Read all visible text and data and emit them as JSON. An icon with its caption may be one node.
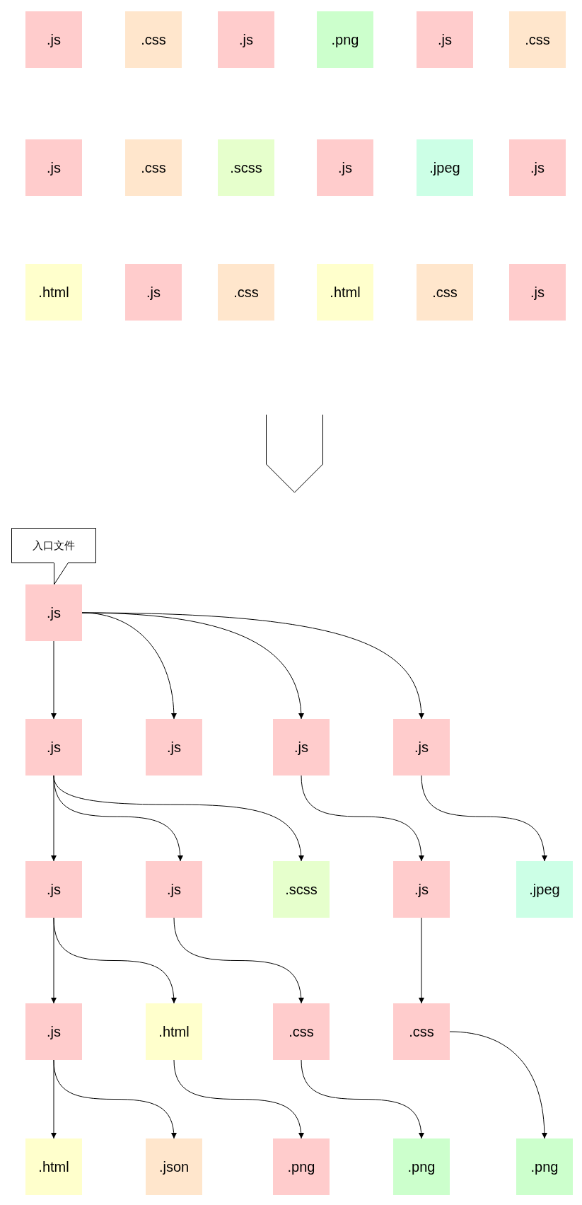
{
  "diagram": {
    "nodes": [
      {
        "text": [
          ".js"
        ]
      },
      {
        "text": [
          ".css"
        ]
      },
      {
        "text": [
          ".js"
        ]
      },
      {
        "text": [
          ".png"
        ]
      },
      {
        "text": [
          ".js"
        ]
      },
      {
        "text": [
          ".css"
        ]
      },
      {
        "text": [
          ".js"
        ]
      },
      {
        "text": [
          ".css"
        ]
      },
      {
        "text": [
          ".scss"
        ]
      },
      {
        "text": [
          ".js"
        ]
      },
      {
        "text": [
          ".jpeg"
        ]
      },
      {
        "text": [
          ".js"
        ]
      },
      {
        "text": [
          ".html"
        ]
      },
      {
        "text": [
          ".js"
        ]
      },
      {
        "text": [
          ".css"
        ]
      },
      {
        "text": [
          ".html"
        ]
      },
      {
        "text": [
          ".css"
        ]
      },
      {
        "text": [
          ".js"
        ]
      },
      {
        "text": [
          "入口文件"
        ]
      },
      {
        "text": [
          ".js"
        ]
      },
      {
        "text": [
          ".js"
        ]
      },
      {
        "text": [
          ".js"
        ]
      },
      {
        "text": [
          ".js"
        ]
      },
      {
        "text": [
          ".js"
        ]
      },
      {
        "text": [
          ".js"
        ]
      },
      {
        "text": [
          ".js"
        ]
      },
      {
        "text": [
          ".scss"
        ]
      },
      {
        "text": [
          ".js"
        ]
      },
      {
        "text": [
          ".jpeg"
        ]
      },
      {
        "text": [
          ".js"
        ]
      },
      {
        "text": [
          ".html"
        ]
      },
      {
        "text": [
          ".css"
        ]
      },
      {
        "text": [
          ".css"
        ]
      },
      {
        "text": [
          ".html"
        ]
      },
      {
        "text": [
          ".json"
        ]
      },
      {
        "text": [
          ".png"
        ]
      },
      {
        "text": [
          ".png"
        ]
      },
      {
        "text": [
          ".png"
        ]
      }
    ],
    "edges": [
      {
        "from": 18,
        "to": 19,
        "arrow": "none"
      },
      {
        "from": 19,
        "to": 20,
        "arrow": "to"
      },
      {
        "from": 19,
        "to": 21,
        "arrow": "to"
      },
      {
        "from": 19,
        "to": 22,
        "arrow": "to"
      },
      {
        "from": 19,
        "to": 23,
        "arrow": "to"
      },
      {
        "from": 20,
        "to": 24,
        "arrow": "to"
      },
      {
        "from": 20,
        "to": 25,
        "arrow": "to"
      },
      {
        "from": 20,
        "to": 26,
        "arrow": "to"
      },
      {
        "from": 22,
        "to": 27,
        "arrow": "to"
      },
      {
        "from": 23,
        "to": 28,
        "arrow": "to"
      },
      {
        "from": 24,
        "to": 29,
        "arrow": "to"
      },
      {
        "from": 24,
        "to": 30,
        "arrow": "to"
      },
      {
        "from": 25,
        "to": 31,
        "arrow": "to"
      },
      {
        "from": 27,
        "to": 32,
        "arrow": "to"
      },
      {
        "from": 29,
        "to": 33,
        "arrow": "to"
      },
      {
        "from": 29,
        "to": 34,
        "arrow": "to"
      },
      {
        "from": 30,
        "to": 35,
        "arrow": "to"
      },
      {
        "from": 31,
        "to": 36,
        "arrow": "to"
      },
      {
        "from": 32,
        "to": 37,
        "arrow": "to"
      }
    ]
  }
}
